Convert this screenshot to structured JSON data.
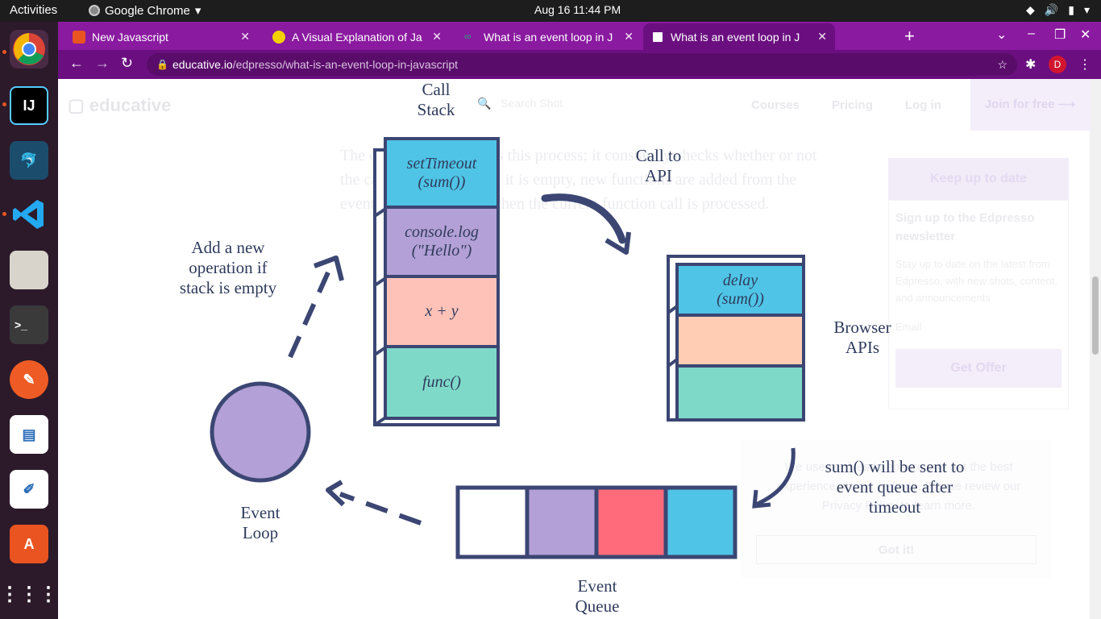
{
  "topbar": {
    "activities": "Activities",
    "app": "Google Chrome",
    "clock": "Aug 16  11:44 PM"
  },
  "browser": {
    "tabs": [
      {
        "title": "New Javascript",
        "favicon_color": "#e95420"
      },
      {
        "title": "A Visual Explanation of Ja",
        "favicon_color": "#f5d000"
      },
      {
        "title": "What is an event loop in J",
        "favicon_color": "#2aa876"
      },
      {
        "title": "What is an event loop in J",
        "favicon_color": "#ffffff"
      }
    ],
    "url_host": "educative.io",
    "url_path": "/edpresso/what-is-an-event-loop-in-javascript",
    "avatar_letter": "D"
  },
  "site": {
    "logo": "educative",
    "search_placeholder": "Search Shot",
    "nav": [
      "Courses",
      "Pricing",
      "Log in"
    ],
    "join": "Join for free",
    "body_text": "The event loop facilitates this process; it constantly checks whether or not the call stack is empty. If it is empty, new functions are added from the event queue. If it is not, then the current function call is processed."
  },
  "newsletter": {
    "header": "Keep up to date",
    "title": "Sign up to the Edpresso newsletter",
    "text": "Stay up to date on the latest from Edpresso, with new shots, content, and announcements",
    "email_placeholder": "Email",
    "button": "Get Offer"
  },
  "cookie": {
    "text": "We use cookies to ensure you get the best experience on our website. Please review our Privacy Policy to learn more.",
    "button": "Got it!"
  },
  "diagram": {
    "call_stack_label": "Call\nStack",
    "call_stack": [
      "setTimeout\n(sum())",
      "console.log\n(\"Hello\")",
      "x + y",
      "func()"
    ],
    "call_to_api": "Call to\nAPI",
    "browser_apis_label": "Browser\nAPIs",
    "browser_api_blocks": [
      "delay\n(sum())",
      "",
      ""
    ],
    "add_new_op": "Add a new\noperation if\nstack is empty",
    "event_loop_label": "Event\nLoop",
    "sent_to_queue": "sum() will be sent to\nevent queue after\ntimeout",
    "event_queue_label": "Event\nQueue",
    "colors": {
      "ink": "#3b4673",
      "blue": "#4fc4e6",
      "purple": "#b3a0d6",
      "salmon": "#ffc2b8",
      "teal": "#7fd9c9",
      "peach": "#ffcdb4",
      "red": "#ff6b7a"
    }
  }
}
